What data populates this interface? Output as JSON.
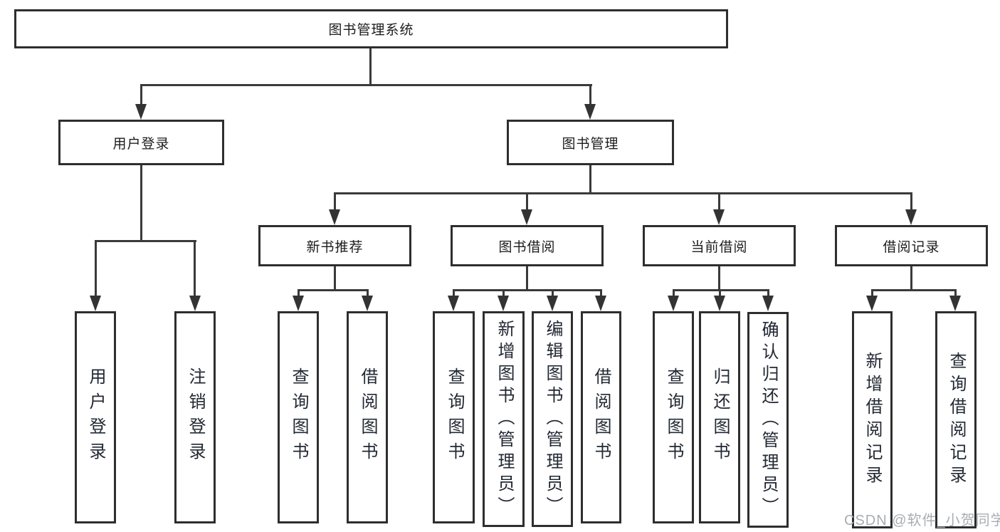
{
  "colors": {
    "border": "#2e2e2e",
    "line": "#3a3a3a",
    "text": "#1c1c1c",
    "background": "#ffffff",
    "watermark": "#a9adb3"
  },
  "watermark": {
    "text": "CSDN @软件_小贺同学"
  },
  "nodes": {
    "root": {
      "label": "图书管理系统"
    },
    "user_login": {
      "label": "用户登录"
    },
    "book_mgmt": {
      "label": "图书管理"
    },
    "new_book_rec": {
      "label": "新书推荐"
    },
    "book_borrow": {
      "label": "图书借阅"
    },
    "current_borrow": {
      "label": "当前借阅"
    },
    "borrow_records": {
      "label": "借阅记录"
    },
    "leaf_user_login": {
      "label": "用户登录"
    },
    "leaf_logout": {
      "label": "注销登录"
    },
    "leaf_rec_query_books": {
      "label": "查询图书"
    },
    "leaf_rec_borrow_books": {
      "label": "借阅图书"
    },
    "leaf_bb_query_books": {
      "label": "查询图书"
    },
    "leaf_bb_add_books": {
      "label": "新增图书（管理员）"
    },
    "leaf_bb_edit_books": {
      "label": "编辑图书（管理员）"
    },
    "leaf_bb_borrow_books": {
      "label": "借阅图书"
    },
    "leaf_cb_query_books": {
      "label": "查询图书"
    },
    "leaf_cb_return_books": {
      "label": "归还图书"
    },
    "leaf_cb_confirm_return": {
      "label": "确认归还（管理员）"
    },
    "leaf_br_add_record": {
      "label": "新增借阅记录"
    },
    "leaf_br_query_record": {
      "label": "查询借阅记录"
    }
  }
}
